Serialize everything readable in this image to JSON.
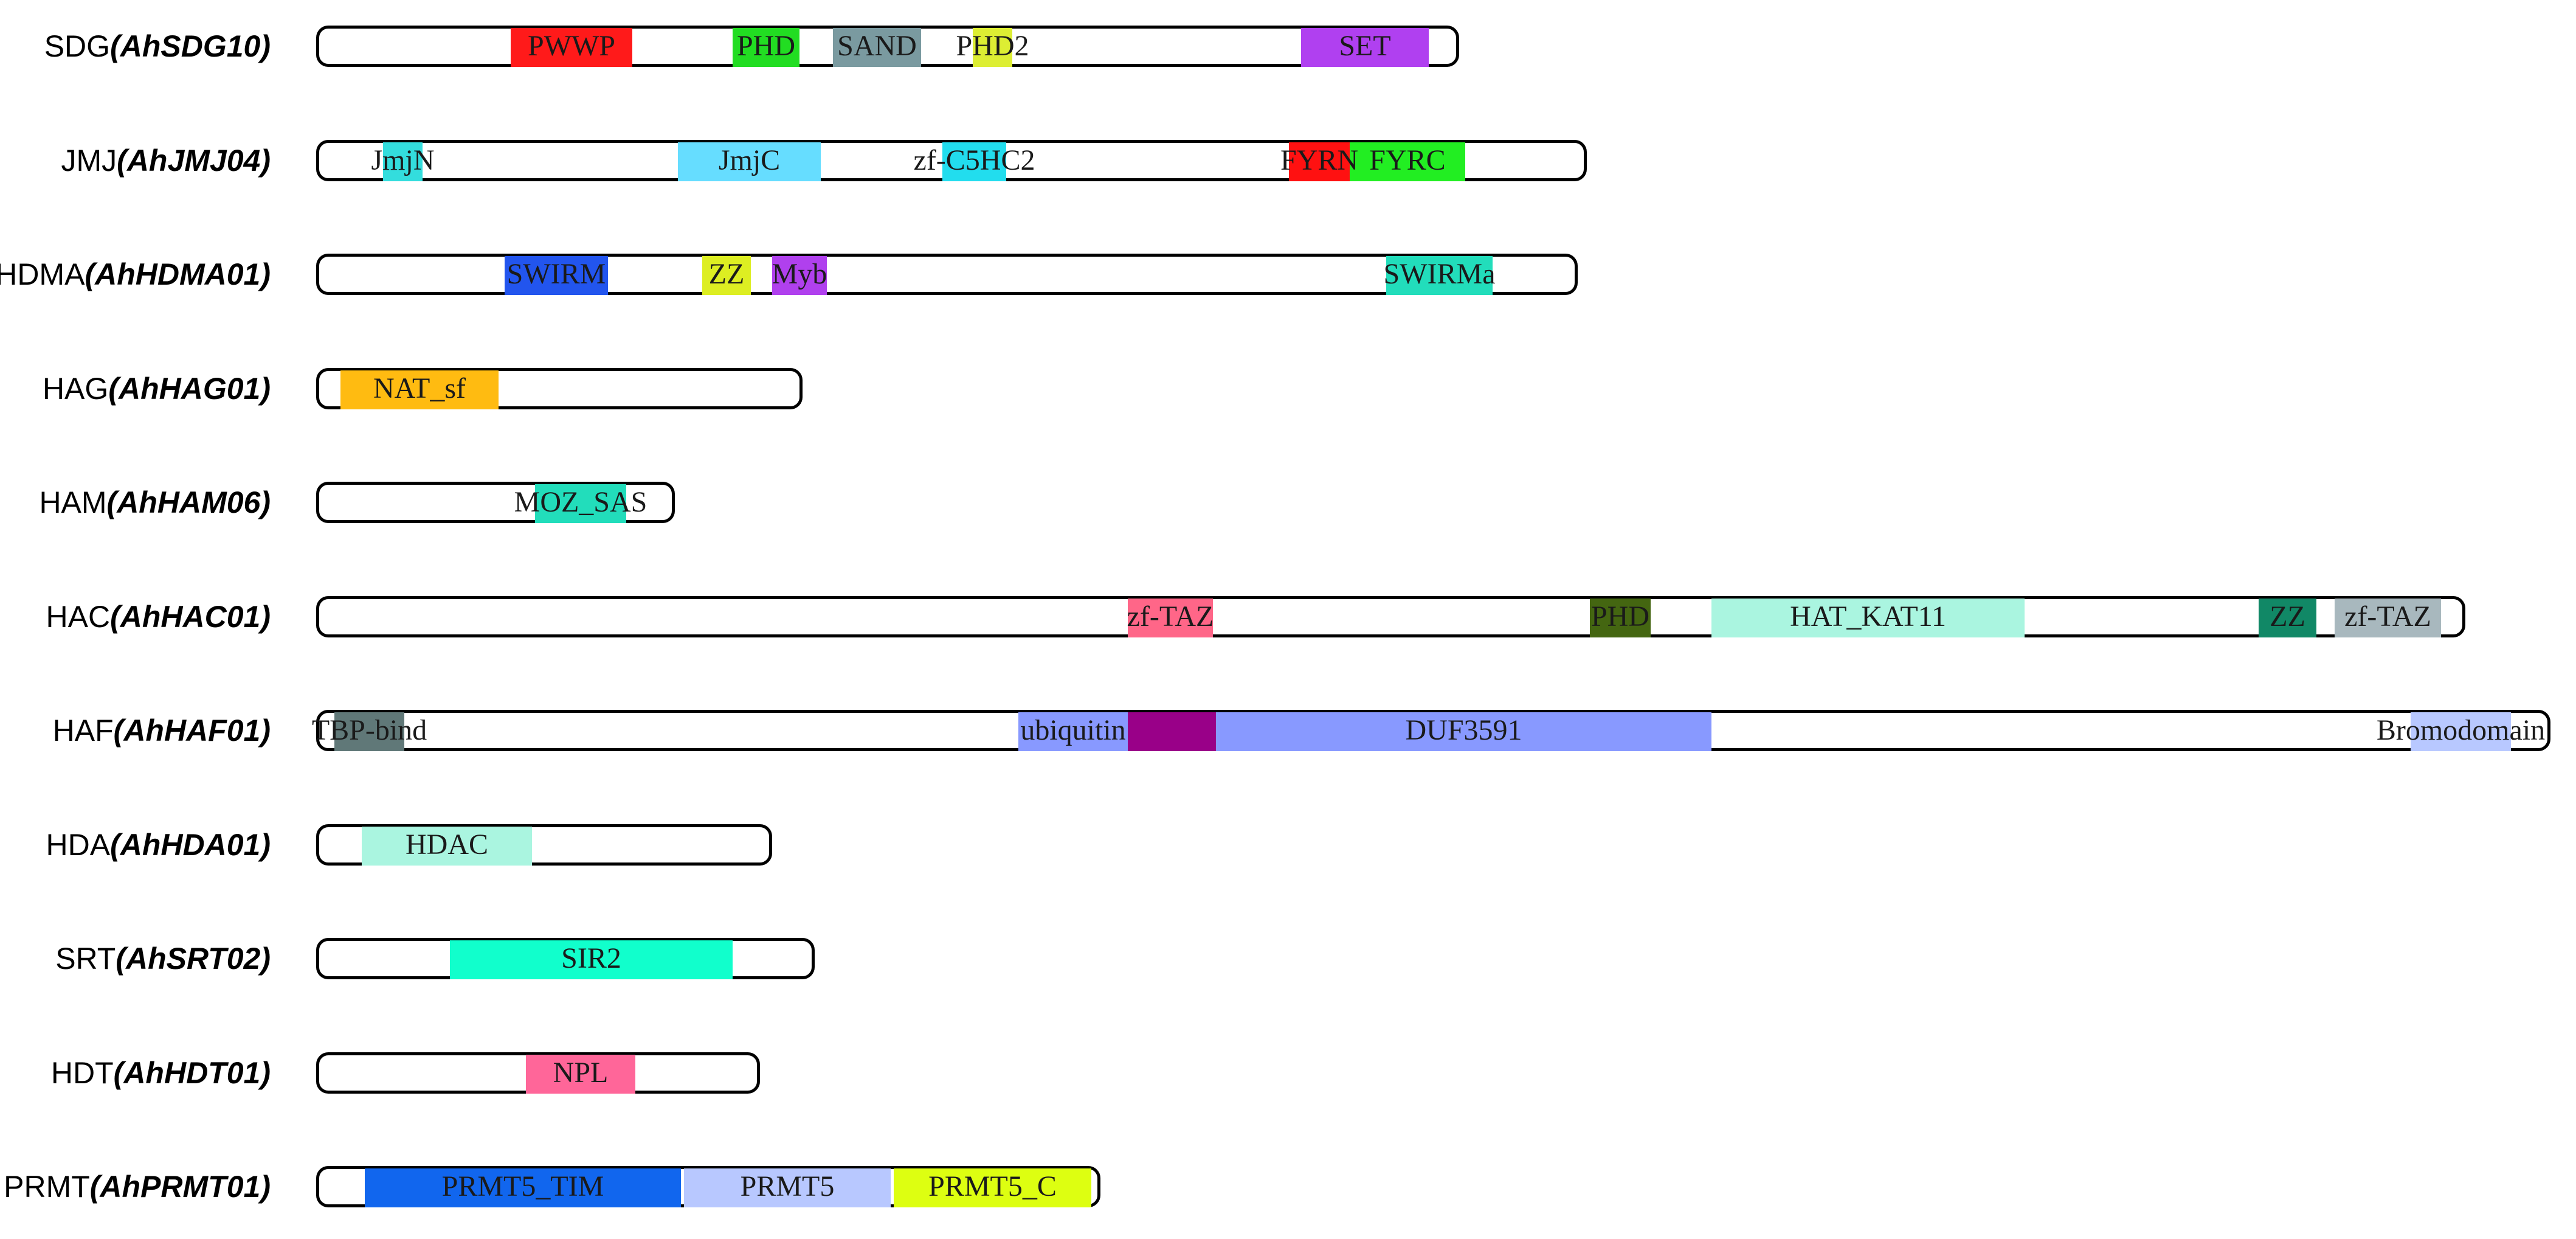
{
  "proteins": [
    {
      "family": "SDG",
      "gene": "AhSDG10",
      "len": 1880,
      "domains": [
        {
          "name": "PWWP",
          "start": 320,
          "end": 520,
          "color": "#ff1a1a"
        },
        {
          "name": "PHD",
          "start": 685,
          "end": 795,
          "color": "#22dd22"
        },
        {
          "name": "SAND",
          "start": 850,
          "end": 995,
          "color": "#7a9aa0"
        },
        {
          "name": "PHD2",
          "start": 1080,
          "end": 1145,
          "color": "#ddee33"
        },
        {
          "name": "SET",
          "start": 1620,
          "end": 1830,
          "color": "#b040f0"
        }
      ]
    },
    {
      "family": "JMJ",
      "gene": "AhJMJ04",
      "len": 2090,
      "domains": [
        {
          "name": "JmjN",
          "start": 110,
          "end": 175,
          "color": "#33dddd"
        },
        {
          "name": "JmjC",
          "start": 595,
          "end": 830,
          "color": "#66ddff"
        },
        {
          "name": "zf-C5HC2",
          "start": 1030,
          "end": 1135,
          "color": "#22ddee"
        },
        {
          "name": "FYRN",
          "start": 1600,
          "end": 1700,
          "color": "#ff1111"
        },
        {
          "name": "FYRC",
          "start": 1700,
          "end": 1890,
          "color": "#22ee22"
        }
      ]
    },
    {
      "family": "HDMA",
      "gene": "AhHDMA01",
      "len": 2075,
      "domains": [
        {
          "name": "SWIRM",
          "start": 310,
          "end": 480,
          "color": "#2255ee"
        },
        {
          "name": "ZZ",
          "start": 635,
          "end": 715,
          "color": "#ddee22"
        },
        {
          "name": "Myb",
          "start": 750,
          "end": 840,
          "color": "#b040ee"
        },
        {
          "name": "SWIRMa",
          "start": 1760,
          "end": 1935,
          "color": "#22ddbb"
        }
      ]
    },
    {
      "family": "HAG",
      "gene": "AhHAG01",
      "len": 800,
      "domains": [
        {
          "name": "NAT_sf",
          "start": 40,
          "end": 300,
          "color": "#ffbb11"
        }
      ]
    },
    {
      "family": "HAM",
      "gene": "AhHAM06",
      "len": 590,
      "domains": [
        {
          "name": "MOZ_SAS",
          "start": 360,
          "end": 510,
          "color": "#22ddbb"
        }
      ]
    },
    {
      "family": "HAC",
      "gene": "AhHAC01",
      "len": 3535,
      "domains": [
        {
          "name": "zf-TAZ",
          "start": 1335,
          "end": 1475,
          "color": "#ff6688"
        },
        {
          "name": "PHD",
          "start": 2095,
          "end": 2195,
          "color": "#446611"
        },
        {
          "name": "HAT_KAT11",
          "start": 2295,
          "end": 2810,
          "color": "#aaf5e0"
        },
        {
          "name": "ZZ",
          "start": 3195,
          "end": 3290,
          "color": "#118866"
        },
        {
          "name": "zf-TAZ",
          "start": 3320,
          "end": 3495,
          "color": "#a8b8be"
        }
      ]
    },
    {
      "family": "HAF",
      "gene": "AhHAF01",
      "len": 3675,
      "domains": [
        {
          "name": "TBP-bind",
          "start": 30,
          "end": 145,
          "color": "#607878"
        },
        {
          "name": "ubiquitin",
          "start": 1155,
          "end": 1335,
          "color": "#8899ff"
        },
        {
          "name": "",
          "start": 1335,
          "end": 1480,
          "color": "#990088"
        },
        {
          "name": "DUF3591",
          "start": 1480,
          "end": 2295,
          "color": "#8899ff"
        },
        {
          "name": "Bromodomain",
          "start": 3445,
          "end": 3610,
          "color": "#b8c8ff"
        }
      ]
    },
    {
      "family": "HDA",
      "gene": "AhHDA01",
      "len": 750,
      "domains": [
        {
          "name": "HDAC",
          "start": 75,
          "end": 355,
          "color": "#aaf5e0"
        }
      ]
    },
    {
      "family": "SRT",
      "gene": "AhSRT02",
      "len": 820,
      "domains": [
        {
          "name": "SIR2",
          "start": 220,
          "end": 685,
          "color": "#11ffcc"
        }
      ]
    },
    {
      "family": "HDT",
      "gene": "AhHDT01",
      "len": 730,
      "domains": [
        {
          "name": "NPL",
          "start": 345,
          "end": 525,
          "color": "#ff6699"
        }
      ]
    },
    {
      "family": "PRMT",
      "gene": "AhPRMT01",
      "len": 1290,
      "domains": [
        {
          "name": "PRMT5_TIM",
          "start": 80,
          "end": 600,
          "color": "#1166ee"
        },
        {
          "name": "PRMT5",
          "start": 605,
          "end": 945,
          "color": "#b8c8ff"
        },
        {
          "name": "PRMT5_C",
          "start": 950,
          "end": 1275,
          "color": "#ddff11"
        }
      ]
    }
  ]
}
